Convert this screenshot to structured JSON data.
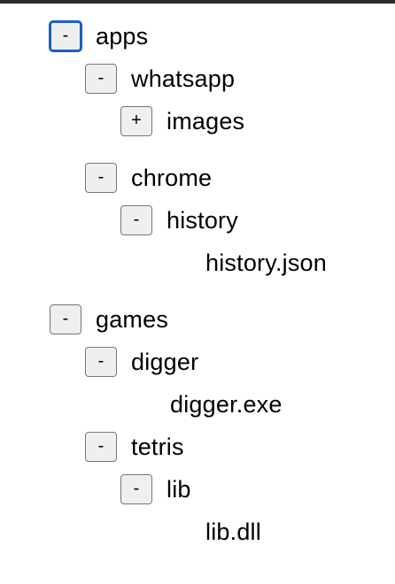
{
  "tree": {
    "apps": {
      "toggle": "-",
      "label": "apps",
      "whatsapp": {
        "toggle": "-",
        "label": "whatsapp",
        "images": {
          "toggle": "+",
          "label": "images"
        }
      },
      "chrome": {
        "toggle": "-",
        "label": "chrome",
        "history": {
          "toggle": "-",
          "label": "history",
          "file": "history.json"
        }
      }
    },
    "games": {
      "toggle": "-",
      "label": "games",
      "digger": {
        "toggle": "-",
        "label": "digger",
        "file": "digger.exe"
      },
      "tetris": {
        "toggle": "-",
        "label": "tetris",
        "lib": {
          "toggle": "-",
          "label": "lib",
          "file": "lib.dll"
        }
      }
    }
  },
  "colors": {
    "focus_ring": "#1a5fc7",
    "button_bg": "#efefef",
    "button_border": "#767676",
    "top_border": "#2b2b2b"
  }
}
